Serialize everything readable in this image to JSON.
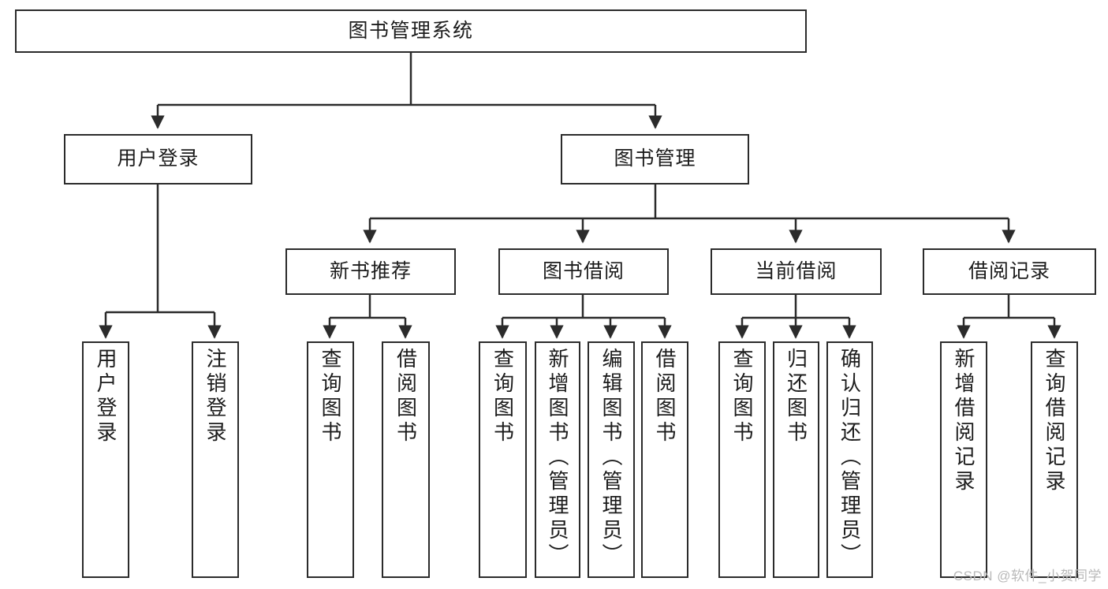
{
  "diagram": {
    "title": "图书管理系统",
    "watermark": "CSDN @软件_小贺同学",
    "colors": {
      "border": "#2b2b2b",
      "background": "#ffffff",
      "text": "#1c1c1c",
      "edge": "#2b2b2b",
      "watermark": "#b9b9b9"
    },
    "nodes": {
      "root": {
        "label": "图书管理系统"
      },
      "level2": [
        {
          "id": "user-login",
          "label": "用户登录"
        },
        {
          "id": "book-management",
          "label": "图书管理"
        }
      ],
      "level3": [
        {
          "id": "new-book-recommend",
          "label": "新书推荐"
        },
        {
          "id": "book-borrow",
          "label": "图书借阅"
        },
        {
          "id": "current-borrow",
          "label": "当前借阅"
        },
        {
          "id": "borrow-record",
          "label": "借阅记录"
        }
      ],
      "leaves": {
        "user_login": [
          {
            "id": "leaf-user-login",
            "label": "用户登录"
          },
          {
            "id": "leaf-logout-login",
            "label": "注销登录"
          }
        ],
        "new_book_recommend": [
          {
            "id": "leaf-query-book-1",
            "label": "查询图书"
          },
          {
            "id": "leaf-borrow-book-1",
            "label": "借阅图书"
          }
        ],
        "book_borrow": [
          {
            "id": "leaf-query-book-2",
            "label": "查询图书"
          },
          {
            "id": "leaf-add-book",
            "label": "新增图书（管理员）"
          },
          {
            "id": "leaf-edit-book",
            "label": "编辑图书（管理员）"
          },
          {
            "id": "leaf-borrow-book-2",
            "label": "借阅图书"
          }
        ],
        "current_borrow": [
          {
            "id": "leaf-query-book-3",
            "label": "查询图书"
          },
          {
            "id": "leaf-return-book",
            "label": "归还图书"
          },
          {
            "id": "leaf-confirm-return",
            "label": "确认归还（管理员）"
          }
        ],
        "borrow_record": [
          {
            "id": "leaf-add-record",
            "label": "新增借阅记录"
          },
          {
            "id": "leaf-query-record",
            "label": "查询借阅记录"
          }
        ]
      }
    }
  }
}
